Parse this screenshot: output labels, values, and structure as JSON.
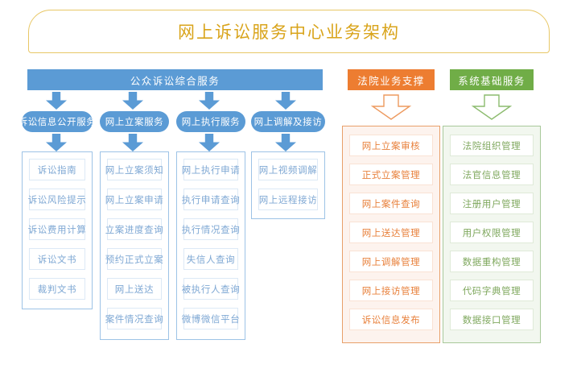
{
  "title": {
    "text": "网上诉讼服务中心业务架构"
  },
  "colors": {
    "title_text": "#d9a41b",
    "title_border": "#e8c766",
    "blue": "#5b9bd5",
    "orange": "#ed7d31",
    "green": "#70ad47",
    "blue_item_text": "#7fa8d4",
    "orange_item_text": "#e8813c",
    "green_item_text": "#7fa85e"
  },
  "sections": {
    "public": {
      "header": "公众诉讼综合服务",
      "columns": [
        {
          "pill": "诉讼信息公开服务",
          "items": [
            "诉讼指南",
            "诉讼风险提示",
            "诉讼费用计算",
            "诉讼文书",
            "裁判文书"
          ]
        },
        {
          "pill": "网上立案服务",
          "items": [
            "网上立案须知",
            "网上立案申请",
            "立案进度查询",
            "预约正式立案",
            "网上送达",
            "案件情况查询"
          ]
        },
        {
          "pill": "网上执行服务",
          "items": [
            "网上执行申请",
            "执行申请查询",
            "执行情况查询",
            "失信人查询",
            "被执行人查询",
            "微博微信平台"
          ]
        },
        {
          "pill": "网上调解及接访",
          "items": [
            "网上视频调解",
            "网上远程接访"
          ]
        }
      ]
    },
    "court": {
      "header": "法院业务支撑",
      "items": [
        "网上立案审核",
        "正式立案管理",
        "网上案件查询",
        "网上送达管理",
        "网上调解管理",
        "网上接访管理",
        "诉讼信息发布"
      ]
    },
    "system": {
      "header": "系统基础服务",
      "items": [
        "法院组织管理",
        "法官信息管理",
        "注册用户管理",
        "用户权限管理",
        "数据重构管理",
        "代码字典管理",
        "数据接口管理"
      ]
    }
  },
  "icons": {
    "arrow_down": "down-arrow"
  }
}
